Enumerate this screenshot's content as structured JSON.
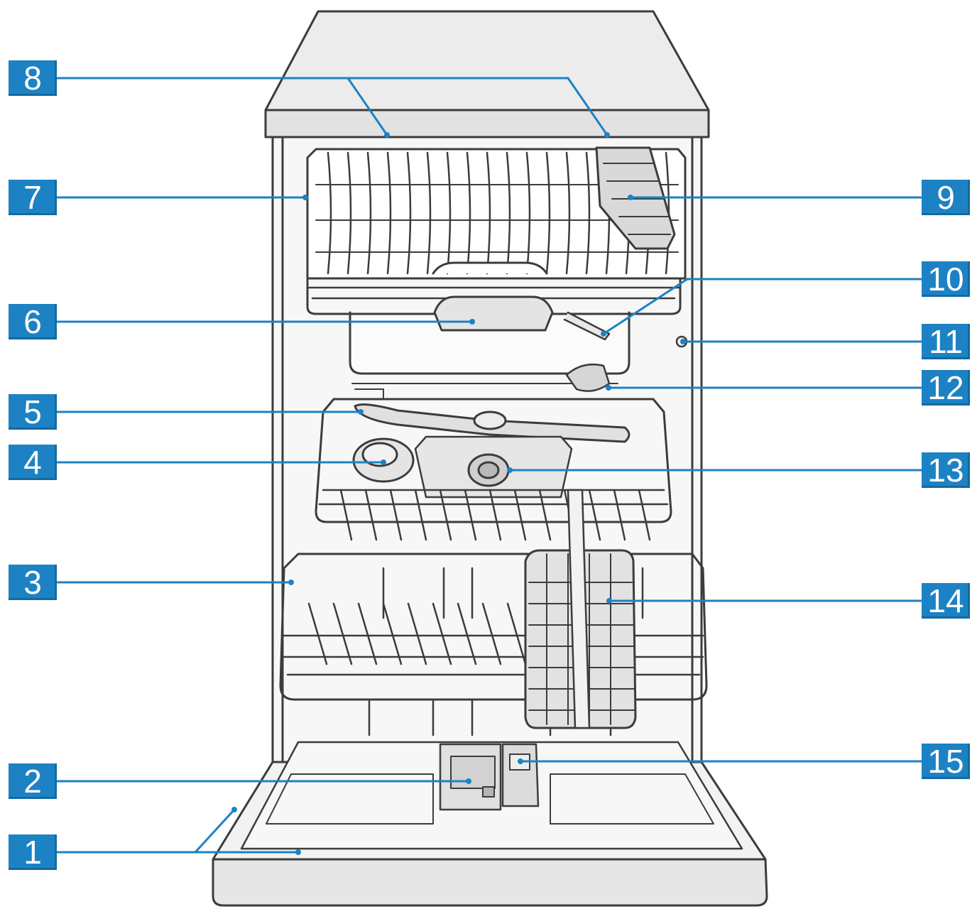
{
  "diagram": {
    "subject": "dishwasher interior parts overview",
    "callout_color": "#1d82c4",
    "callouts": [
      {
        "label": "1"
      },
      {
        "label": "2"
      },
      {
        "label": "3"
      },
      {
        "label": "4"
      },
      {
        "label": "5"
      },
      {
        "label": "6"
      },
      {
        "label": "7"
      },
      {
        "label": "8"
      },
      {
        "label": "9"
      },
      {
        "label": "10"
      },
      {
        "label": "11"
      },
      {
        "label": "12"
      },
      {
        "label": "13"
      },
      {
        "label": "14"
      },
      {
        "label": "15"
      }
    ]
  }
}
